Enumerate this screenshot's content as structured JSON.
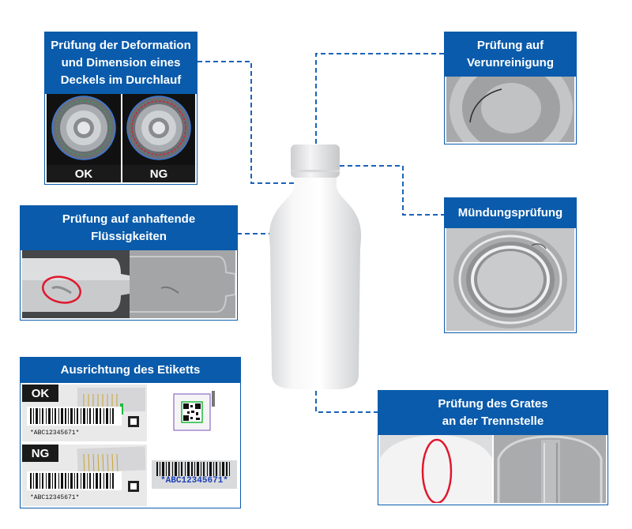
{
  "panels": {
    "deformation": {
      "title_lines": [
        "Prüfung der Deformation",
        "und Dimension eines",
        "Deckels im Durchlauf"
      ],
      "ok": "OK",
      "ng": "NG"
    },
    "contamination": {
      "title_lines": [
        "Prüfung auf",
        "Verunreinigung"
      ]
    },
    "liquids": {
      "title_lines": [
        "Prüfung auf anhaftende",
        "Flüssigkeiten"
      ]
    },
    "mouth": {
      "title_lines": [
        "Mündungsprüfung"
      ]
    },
    "label": {
      "title_lines": [
        "Ausrichtung des Etiketts"
      ],
      "ok": "OK",
      "ng": "NG",
      "barcode_small": "*ABC12345671*",
      "barcode_big": "*ABC12345671*"
    },
    "burr": {
      "title_lines": [
        "Prüfung des Grates",
        "an der Trennstelle"
      ]
    }
  },
  "colors": {
    "accent_blue": "#0a5bab",
    "ng_red": "#e0182d",
    "connector_blue": "#1a63b8"
  }
}
